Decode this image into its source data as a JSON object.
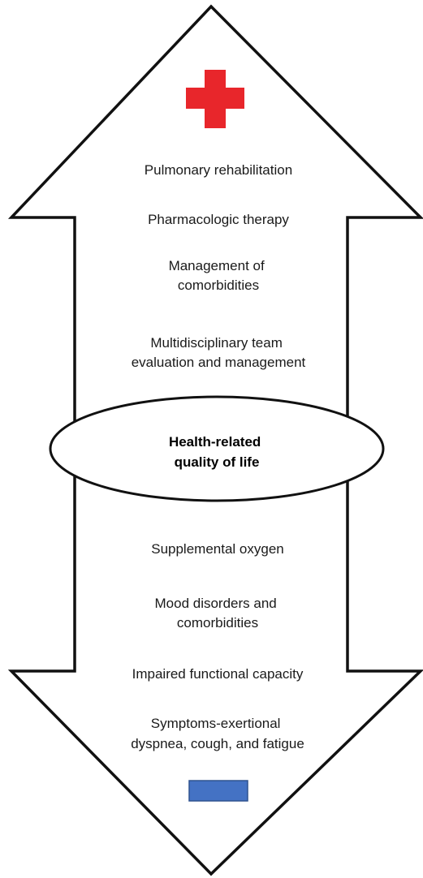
{
  "colors": {
    "outline": "#111111",
    "plus_icon": "#e8262b",
    "minus_icon": "#4472c4",
    "minus_icon_border": "#2f528f"
  },
  "up_arrow": {
    "icon": "red-cross-icon",
    "items": [
      [
        "Pulmonary rehabilitation"
      ],
      [
        "Pharmacologic therapy"
      ],
      [
        "Management of",
        "comorbidities"
      ],
      [
        "Multidisciplinary team",
        "evaluation and management"
      ]
    ]
  },
  "center": {
    "lines": [
      "Health-related",
      "quality of life"
    ]
  },
  "down_arrow": {
    "icon": "blue-minus-icon",
    "items": [
      [
        "Supplemental oxygen"
      ],
      [
        "Mood disorders and",
        "comorbidities"
      ],
      [
        "Impaired functional capacity"
      ],
      [
        "Symptoms-exertional",
        "dyspnea, cough, and fatigue"
      ]
    ]
  }
}
